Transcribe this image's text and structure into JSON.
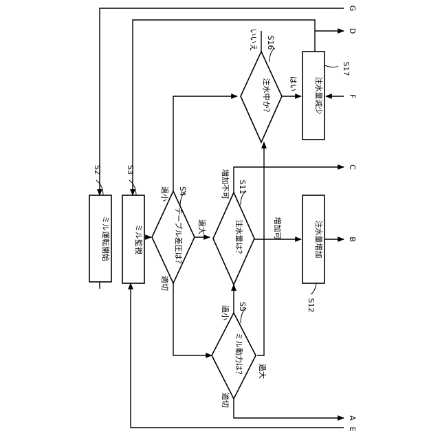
{
  "diagram": {
    "boxes": {
      "s2": "ミル運転開始",
      "s3": "ミル監視",
      "s12": "注水量増加",
      "s17": "注水量減少"
    },
    "decisions": {
      "s4": "テーブル差圧は？",
      "s5": "ミル動力は？",
      "s11": "注水量は？",
      "s16": "注水中か？"
    },
    "step_labels": {
      "s2": "S2",
      "s3": "S3",
      "s4": "S4",
      "s5": "S5",
      "s11": "S11",
      "s12": "S12",
      "s16": "S16",
      "s17": "S17"
    },
    "branches": {
      "s4_small": "過小",
      "s4_large": "過大",
      "s4_proper": "適切",
      "s5_small": "過小",
      "s5_large": "過大",
      "s5_proper": "適切",
      "s11_increase_ok": "増加可",
      "s11_increase_ng": "増加不可",
      "s16_yes": "はい",
      "s16_no": "いいえ"
    },
    "connectors": {
      "g": "G",
      "d": "D",
      "f": "F",
      "c": "C",
      "b": "B",
      "a": "A",
      "e": "E"
    }
  }
}
